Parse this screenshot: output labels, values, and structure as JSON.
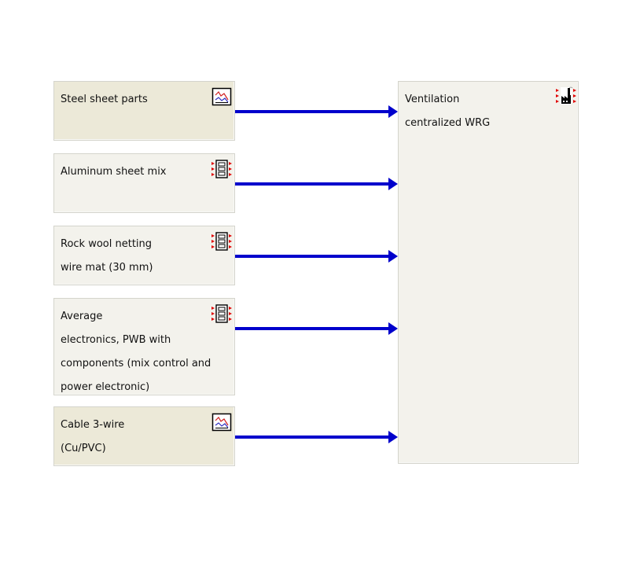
{
  "diagram": {
    "sources": [
      {
        "lines": [
          "Steel sheet parts"
        ],
        "icon": "chart-document-icon"
      },
      {
        "lines": [
          "Aluminum sheet mix"
        ],
        "icon": "process-plan-icon"
      },
      {
        "lines": [
          "Rock wool netting",
          "wire mat (30 mm)"
        ],
        "icon": "process-plan-icon"
      },
      {
        "lines": [
          "Average",
          "electronics, PWB with",
          "components (mix control and",
          "power electronic)"
        ],
        "icon": "process-plan-icon"
      },
      {
        "lines": [
          "Cable 3-wire",
          "(Cu/PVC)"
        ],
        "icon": "chart-document-icon"
      }
    ],
    "target": {
      "lines": [
        "Ventilation",
        "centralized WRG"
      ],
      "icon": "factory-icon"
    },
    "colors": {
      "arrow": "#0000cc",
      "node_fill": "#f3f2ec",
      "node_fill_alt": "#ece9d8",
      "port_marker": "#e00000"
    }
  }
}
